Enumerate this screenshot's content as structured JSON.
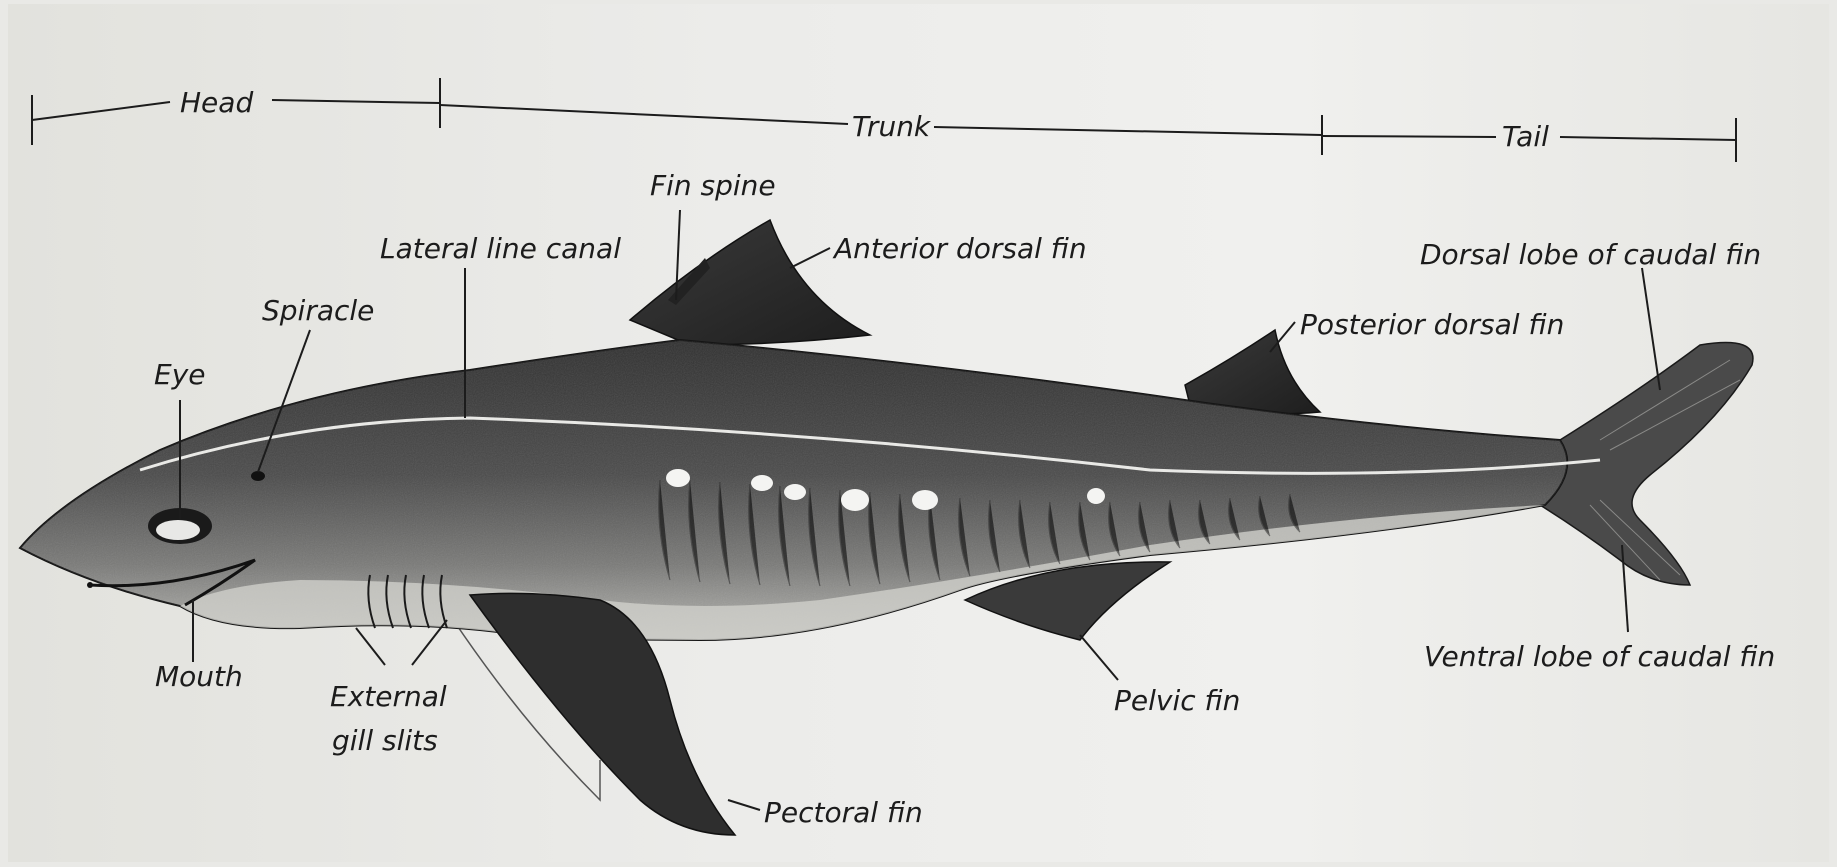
{
  "diagram": {
    "regions": {
      "head": "Head",
      "trunk": "Trunk",
      "tail": "Tail"
    },
    "labels": {
      "fin_spine": "Fin spine",
      "lateral_line_canal": "Lateral line canal",
      "anterior_dorsal_fin": "Anterior dorsal fin",
      "spiracle": "Spiracle",
      "eye": "Eye",
      "posterior_dorsal_fin": "Posterior dorsal fin",
      "dorsal_lobe_caudal": "Dorsal lobe of caudal fin",
      "mouth": "Mouth",
      "external_gill_line1": "External",
      "external_gill_line2": "gill slits",
      "pectoral_fin": "Pectoral fin",
      "pelvic_fin": "Pelvic fin",
      "ventral_lobe_caudal": "Ventral lobe of caudal fin"
    },
    "colors": {
      "paper": "#ececea",
      "ink": "#1c1c1c",
      "body_dark": "#3c3c3c",
      "body_mid": "#6a6a6a",
      "belly": "#dcdcd8"
    }
  }
}
